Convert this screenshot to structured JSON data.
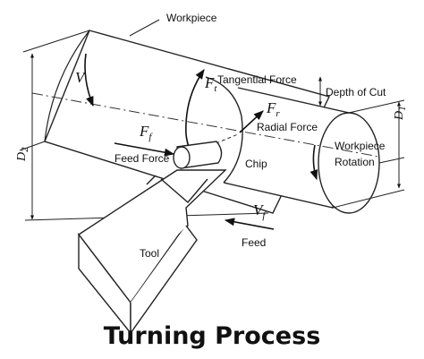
{
  "labels": {
    "workpiece": "Workpiece",
    "tangential_force": "Tangential Force",
    "depth_of_cut": "Depth of Cut",
    "radial_force": "Radial Force",
    "workpiece_rotation_1": "Workpiece",
    "workpiece_rotation_2": "Rotation",
    "feed_force": "Feed Force",
    "chip": "Chip",
    "tool": "Tool",
    "feed": "Feed"
  },
  "symbols": {
    "v": "V",
    "ft": "F",
    "ft_sub": "t",
    "fr": "F",
    "fr_sub": "r",
    "ff": "F",
    "ff_sub": "f",
    "vf": "V",
    "vf_sub": "f",
    "d1": "D",
    "d1_sub": "1",
    "d2": "D",
    "d2_sub": "2"
  },
  "title": "Turning Process"
}
